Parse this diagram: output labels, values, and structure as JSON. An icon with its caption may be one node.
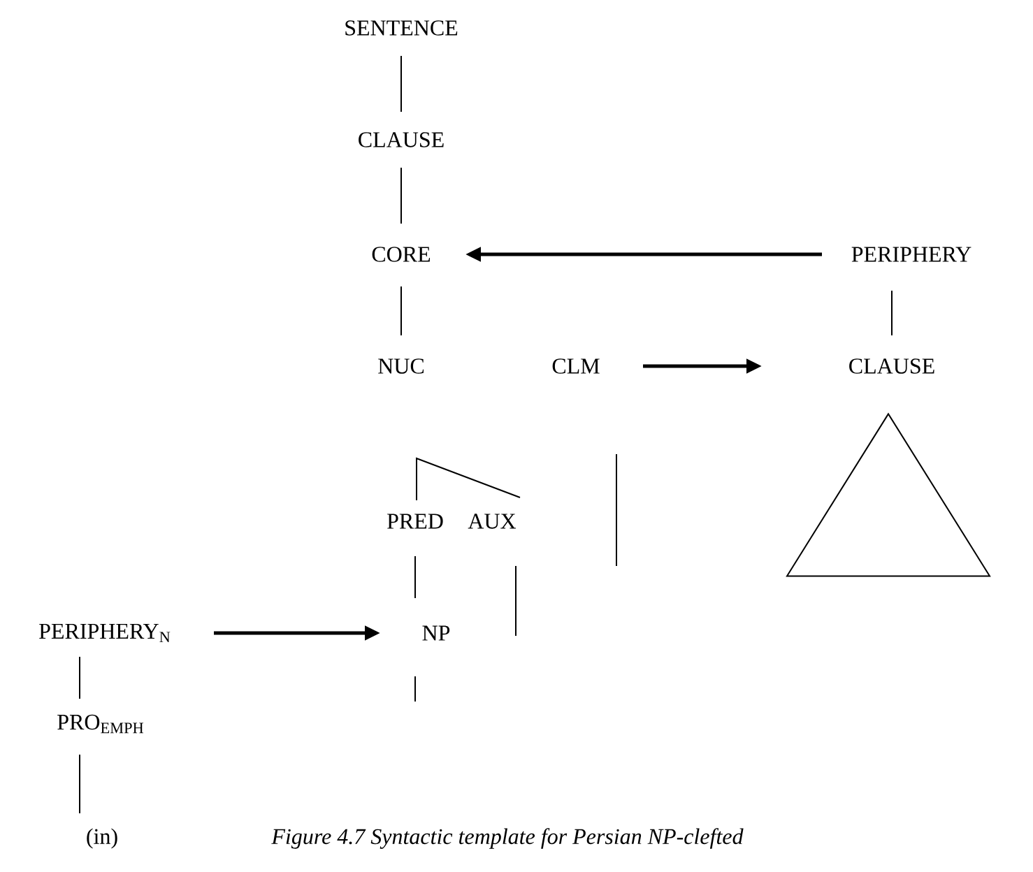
{
  "diagram": {
    "caption": "Figure 4.7 Syntactic template for Persian NP-clefted",
    "nodes": [
      {
        "text": [
          "SENTENCE"
        ]
      },
      {
        "text": [
          "CLAUSE"
        ]
      },
      {
        "text": [
          "CORE"
        ]
      },
      {
        "text": [
          "PERIPHERY"
        ]
      },
      {
        "text": [
          "NUC"
        ]
      },
      {
        "text": [
          "CLM"
        ]
      },
      {
        "text": [
          "CLAUSE"
        ]
      },
      {
        "text": [
          "PRED"
        ]
      },
      {
        "text": [
          "AUX"
        ]
      },
      {
        "text": [
          "PERIPHERY$_{N}$"
        ]
      },
      {
        "text": [
          "NP"
        ]
      },
      {
        "text": [
          "PRO$_{EMPH}$"
        ]
      },
      {
        "text": [
          "(in)"
        ]
      },
      {
        "text": [],
        "shape": "triangle"
      }
    ],
    "edges": [
      {
        "from": 0,
        "to": 1,
        "arrow": "none"
      },
      {
        "from": 1,
        "to": 2,
        "arrow": "none"
      },
      {
        "from": 3,
        "to": 2,
        "arrow": "to"
      },
      {
        "from": 2,
        "to": 4,
        "arrow": "none"
      },
      {
        "from": 5,
        "to": 6,
        "arrow": "to"
      },
      {
        "from": 3,
        "to": 6,
        "arrow": "none"
      },
      {
        "from": 7,
        "to": 10,
        "arrow": "none"
      },
      {
        "from": 9,
        "to": 10,
        "arrow": "to"
      },
      {
        "from": 9,
        "to": 11,
        "arrow": "none"
      },
      {
        "from": 11,
        "to": 12,
        "arrow": "none"
      }
    ]
  }
}
